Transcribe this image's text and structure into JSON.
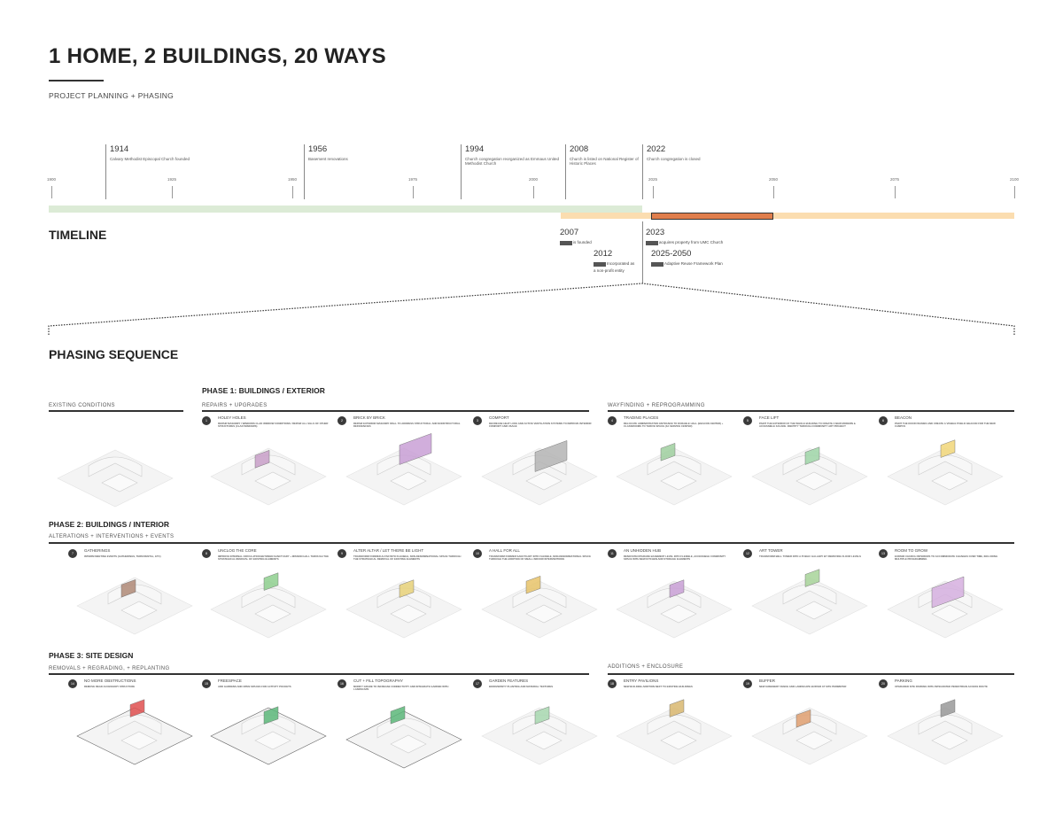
{
  "title": "1 HOME, 2 BUILDINGS, 20 WAYS",
  "subtitle": "PROJECT PLANNING + PHASING",
  "timeline": {
    "label": "TIMELINE",
    "ticks": [
      "1900",
      "1925",
      "1950",
      "1975",
      "2000",
      "2025",
      "2050",
      "2075",
      "2100"
    ],
    "events_above": [
      {
        "year": "1914",
        "text": "Calvary Methodist Episcopal Church founded"
      },
      {
        "year": "1956",
        "text": "Basement renovations"
      },
      {
        "year": "1994",
        "text": "Church congregation reorganized as Emmaus United Methodist Church"
      },
      {
        "year": "2008",
        "text": "Church is listed on National Register of Historic Places"
      },
      {
        "year": "2022",
        "text": "Church congregation is closed"
      }
    ],
    "events_below": [
      {
        "year": "2007",
        "text": "is founded"
      },
      {
        "year": "2012",
        "text": "Incorporated as a non-profit entity"
      },
      {
        "year": "2023",
        "text": "acquires property from UMC Church"
      },
      {
        "year": "2025-2050",
        "text": "Adaptive Reuse Framework Plan"
      }
    ],
    "colors": {
      "history": "#dcebd6",
      "future": "#fbddb0",
      "plan": "#e07e4c"
    }
  },
  "phasing": {
    "label": "PHASING SEQUENCE",
    "phase1": {
      "title": "PHASE 1: BUILDINGS / EXTERIOR",
      "existing": "EXISTING CONDITIONS",
      "group_a": "REPAIRS + UPGRADES",
      "group_b": "WAYFINDING + REPROGRAMMING"
    },
    "phase2": {
      "title": "PHASE 2: BUILDINGS / INTERIOR",
      "group": "ALTERATIONS + INTERVENTIONS + EVENTS"
    },
    "phase3": {
      "title": "PHASE 3: SITE DESIGN",
      "group_a": "REMOVALS + REGRADING, + REPLANTING",
      "group_b": "ADDITIONS + ENCLOSURE"
    }
  },
  "cards": [
    {
      "num": "1",
      "title": "HOLEY HOLES",
      "desc": "REPAIR MASONRY / WINDOWS CLAD WINDOW CONDITIONS / REPAIR ALL SILLS OF OTHER STRUCTURES (CLAD WINDOWS)",
      "accent": "#c9a0c9"
    },
    {
      "num": "2",
      "title": "BRICK BY BRICK",
      "desc": "REPAIR EXTERIOR MASONRY WALL TO ADDRESS STRUCTURAL AND NONSTRUCTURAL DEFICIENCIES",
      "accent": "#c9a0d6"
    },
    {
      "num": "3",
      "title": "COMFORT",
      "desc": "DECREASE HEAT LOSS AND ACTIVE VENTILATION SYSTEMS TO IMPROVE INTERIOR COMFORT AND USAGE",
      "accent": "#b5b5b5"
    },
    {
      "num": "4",
      "title": "TRADING PLACES",
      "desc": "RELOCATE ADMINISTRATIVE ENTRANCE TO DURABLE HALL (BEACON CENTER) + CLASSROOMS TO THRIVE SPACE (ZA SERVICE CENTER)",
      "accent": "#9fcf9f"
    },
    {
      "num": "5",
      "title": "FACE LIFT",
      "desc": "PAINT THE EXTERIOR OF THE WHOLE BUILDING TO CREATE A NEW MODERN & ACCESSIBLE FACADE. IDENTITY THROUGH COMMUNITY ART PROJECT",
      "accent": "#9fd6a8"
    },
    {
      "num": "6",
      "title": "BEACON",
      "desc": "PAINT THE DOOR FRAMES AND CREATE A VISIBLE PUBLIC BEACON FOR THE NEW CAMPUS",
      "accent": "#f2d77a"
    },
    {
      "num": "7",
      "title": "GATHERINGS",
      "desc": "INTERIM MEETING EVENTS (GATHERINGS, TERM RENTAL, ETC)",
      "accent": "#b08a78"
    },
    {
      "num": "8",
      "title": "UNCLOG THE CORE",
      "desc": "IMPROVE INTERNAL CIRCULATION BETWEEN SANCTUARY + MISSION HALL THROUGH THE STRATEGICAL REMOVAL OF EXISTING ELEMENTS",
      "accent": "#8fcf8f"
    },
    {
      "num": "9",
      "title": "ALTER ALTAR / LET THERE BE LIGHT",
      "desc": "TRANSFORM FORMER ALTAR INTO FLEXIBLE, NON-DENOMINATIONAL SPACE THROUGH THE STRATEGICAL REMOVAL OF EXISTING ELEMENTS",
      "accent": "#e8d27a"
    },
    {
      "num": "10",
      "title": "A HALL FOR ALL",
      "desc": "TRANSFORM FORMER SANCTUARY INTO FLEXIBLE, NON-DENOMINATIONAL SPACE THROUGH THE ADDITION OF SMALL INDOOR INTERVENTIONS",
      "accent": "#e8c46a"
    },
    {
      "num": "11",
      "title": "AN UNHIDDEN HUB",
      "desc": "RENOVATE/UPGRADE BASEMENT LEVEL INTO FLEXIBLE, ACCESSIBLE COMMUNITY SPACE WITH NEW KITCHEN AND STORAGE ELEMENTS",
      "accent": "#c9a0d6"
    },
    {
      "num": "12",
      "title": "ART TOWER",
      "desc": "TRANSFORM BELL TOWER INTO A PUBLIC GALLERY BY REMOVING FLOOR LEVELS",
      "accent": "#a8d49a"
    },
    {
      "num": "13",
      "title": "ROOM TO GROW",
      "desc": "EXPAND CHURCH INTERIORS TO ACCOMMODATE CHANGES OVER TIME, INCLUDING MULTIPLE PROGRAMMING",
      "accent": "#d6b0e0"
    },
    {
      "num": "14",
      "title": "NO MORE OBSTRUCTIONS",
      "desc": "REMOVE REAR ACCESSORY STRUCTURE",
      "accent": "#e05050"
    },
    {
      "num": "15",
      "title": "FREESPACE",
      "desc": "ADD GARDENS AND OPEN SPACES FOR ACTIVITY POCKETS",
      "accent": "#5cb87a"
    },
    {
      "num": "16",
      "title": "CUT + FILL TOPOGRAPHY",
      "desc": "MODIFY GRADE TO INCREASE CONNECTIVITY AND INTEGRATE GARDEN WITH LANDSCAPE",
      "accent": "#5cb87a"
    },
    {
      "num": "17",
      "title": "GARDEN FEATURES",
      "desc": "BIODIVERSITY PLANTING AND MATERIAL TEXTURES",
      "accent": "#a8d8b0"
    },
    {
      "num": "18",
      "title": "ENTRY PAVILIONS",
      "desc": "NEW BUILDING ADDITION NEXT TO EXISTING BUILDINGS",
      "accent": "#d9b870"
    },
    {
      "num": "19",
      "title": "BUFFER",
      "desc": "NEW GREENERY FENCE AND LANDSCAPE BUFFER AT SITE PERIMETER",
      "accent": "#e0a070"
    },
    {
      "num": "20",
      "title": "PARKING",
      "desc": "UPGRADED SITE PARKING WITH INTEGRATED PEDESTRIAN ACCESS ROUTE",
      "accent": "#999999"
    }
  ]
}
